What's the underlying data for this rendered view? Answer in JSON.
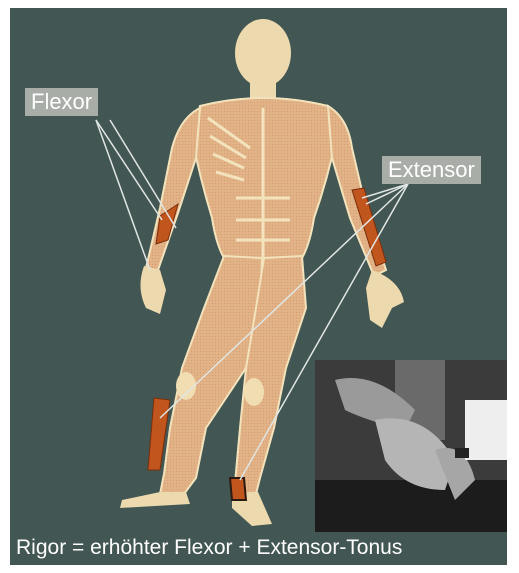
{
  "labels": {
    "flexor": "Flexor",
    "extensor": "Extensor"
  },
  "caption": "Rigor = erhöhter Flexor + Extensor-Tonus",
  "icons": {
    "figure": "anatomical-muscle-figure",
    "photo": "hands-photo"
  },
  "colors": {
    "background": "#425653",
    "label_bg": "#a9ada8",
    "skin": "#e8b98c",
    "muscle_highlight": "#c0551d",
    "text": "#ffffff"
  }
}
